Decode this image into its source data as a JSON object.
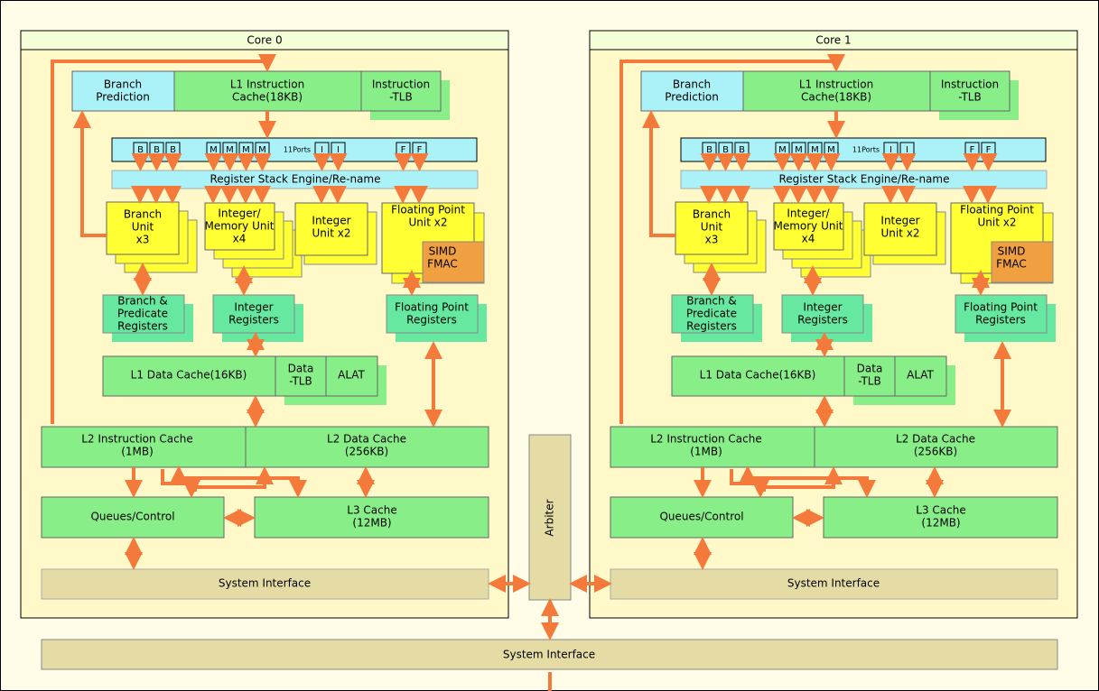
{
  "colors": {
    "background": "#fffde8",
    "core_panel": "#fff8c8",
    "header": "#f4ffd8",
    "green_block": "#88ee88",
    "green_shadow": "#aaf280",
    "cyan": "#aaf2f8",
    "yellow": "#ffff33",
    "teal": "#66e8a0",
    "orange": "#f0a040",
    "tan": "#e4dca4",
    "arrow": "#f47a3c"
  },
  "cores": [
    {
      "title": "Core 0",
      "branch_prediction": [
        "Branch",
        "Prediction"
      ],
      "l1_instruction_cache": [
        "L1 Instruction",
        "Cache(18KB)"
      ],
      "instruction_tlb": [
        "Instruction",
        "-TLB"
      ],
      "port_labels": [
        "B",
        "B",
        "B",
        "M",
        "M",
        "M",
        "M",
        "I",
        "I",
        "F",
        "F"
      ],
      "ports_label": "11Ports",
      "register_stack_engine": "Register Stack Engine/Re-name",
      "branch_unit": [
        "Branch",
        "Unit",
        "x3"
      ],
      "integer_memory_unit": [
        "Integer/",
        "Memory Unit",
        "x4"
      ],
      "integer_unit": [
        "Integer",
        "Unit x2"
      ],
      "floating_point_unit": [
        "Floating Point",
        "Unit  x2"
      ],
      "simd_fmac": [
        "SIMD",
        "FMAC"
      ],
      "branch_predicate_registers": [
        "Branch &",
        "Predicate",
        "Registers"
      ],
      "integer_registers": [
        "Integer",
        "Registers"
      ],
      "floating_point_registers": [
        "Floating Point",
        "Registers"
      ],
      "l1_data_cache": "L1 Data Cache(16KB)",
      "data_tlb": [
        "Data",
        "-TLB"
      ],
      "alat": "ALAT",
      "l2_instruction_cache": [
        "L2 Instruction Cache",
        "(1MB)"
      ],
      "l2_data_cache": [
        "L2 Data Cache",
        "(256KB)"
      ],
      "queues_control": "Queues/Control",
      "l3_cache": [
        "L3 Cache",
        "(12MB)"
      ],
      "system_interface": "System Interface"
    },
    {
      "title": "Core 1",
      "branch_prediction": [
        "Branch",
        "Prediction"
      ],
      "l1_instruction_cache": [
        "L1 Instruction",
        "Cache(18KB)"
      ],
      "instruction_tlb": [
        "Instruction",
        "-TLB"
      ],
      "port_labels": [
        "B",
        "B",
        "B",
        "M",
        "M",
        "M",
        "M",
        "I",
        "I",
        "F",
        "F"
      ],
      "ports_label": "11Ports",
      "register_stack_engine": "Register Stack Engine/Re-name",
      "branch_unit": [
        "Branch",
        "Unit",
        "x3"
      ],
      "integer_memory_unit": [
        "Integer/",
        "Memory Unit",
        "x4"
      ],
      "integer_unit": [
        "Integer",
        "Unit x2"
      ],
      "floating_point_unit": [
        "Floating Point",
        "Unit  x2"
      ],
      "simd_fmac": [
        "SIMD",
        "FMAC"
      ],
      "branch_predicate_registers": [
        "Branch &",
        "Predicate",
        "Registers"
      ],
      "integer_registers": [
        "Integer",
        "Registers"
      ],
      "floating_point_registers": [
        "Floating Point",
        "Registers"
      ],
      "l1_data_cache": "L1 Data Cache(16KB)",
      "data_tlb": [
        "Data",
        "-TLB"
      ],
      "alat": "ALAT",
      "l2_instruction_cache": [
        "L2 Instruction Cache",
        "(1MB)"
      ],
      "l2_data_cache": [
        "L2 Data Cache",
        "(256KB)"
      ],
      "queues_control": "Queues/Control",
      "l3_cache": [
        "L3 Cache",
        "(12MB)"
      ],
      "system_interface": "System Interface"
    }
  ],
  "arbiter": "Arbiter",
  "system_interface": "System Interface"
}
